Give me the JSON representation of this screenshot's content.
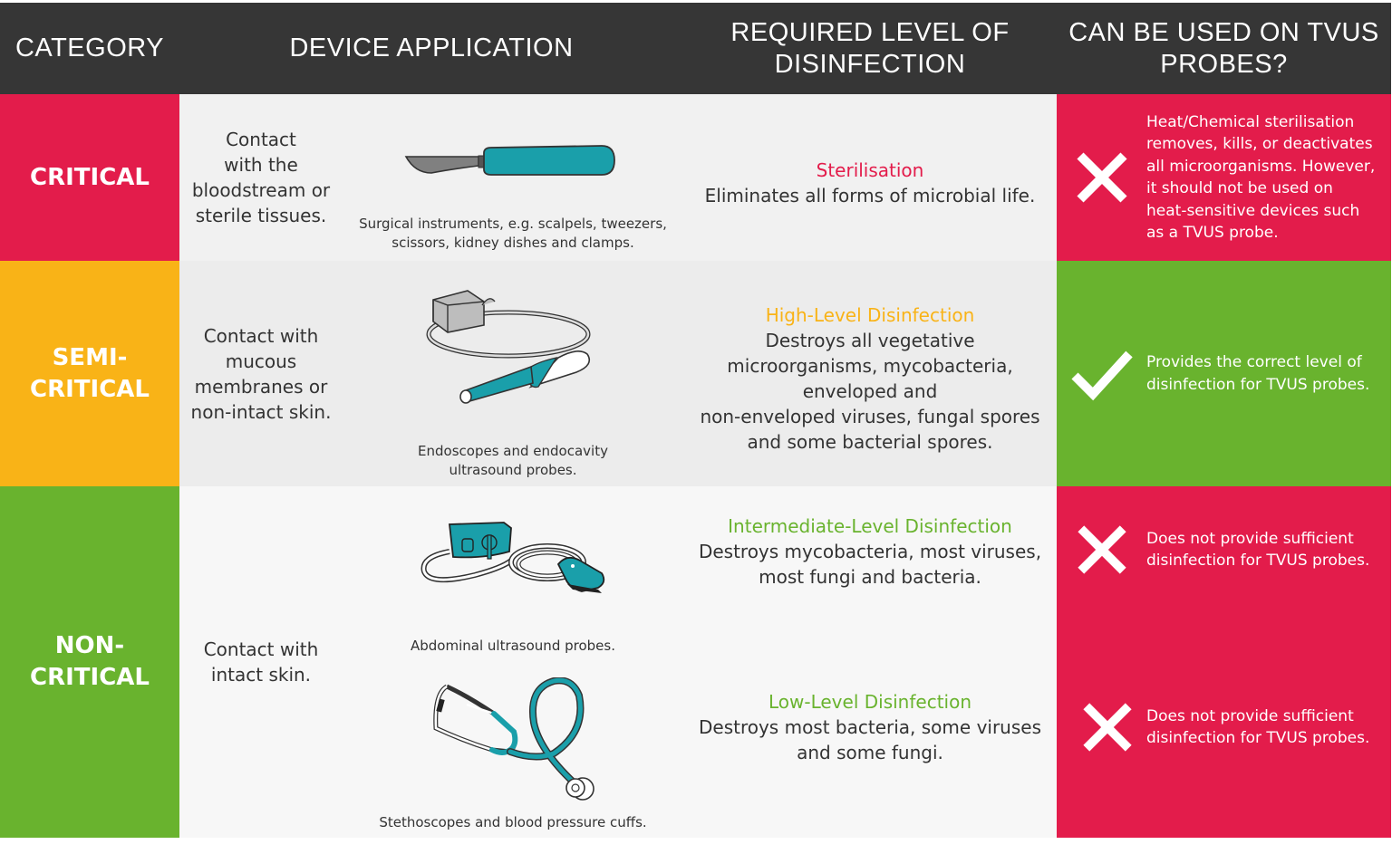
{
  "colors": {
    "header_bg": "#363636",
    "critical": "#e31c4b",
    "semi_critical": "#f9b317",
    "non_critical": "#69b32e",
    "device_teal": "#1a9faa",
    "text": "#333333"
  },
  "header": {
    "category": "CATEGORY",
    "device_application": "DEVICE APPLICATION",
    "required_level_line1": "REQUIRED LEVEL OF",
    "required_level_line2": "DISINFECTION",
    "tvus_line1": "CAN BE USED ON TVUS",
    "tvus_line2": "PROBES?"
  },
  "rows": {
    "critical": {
      "category": "CRITICAL",
      "contact": [
        "Contact",
        "with the",
        "bloodstream or",
        "sterile tissues."
      ],
      "device_icon": "scalpel-icon",
      "device_caption": [
        "Surgical instruments, e.g. scalpels, tweezers,",
        "scissors, kidney dishes and clamps."
      ],
      "level_title": "Sterilisation",
      "level_desc": [
        "Eliminates all forms of microbial life."
      ],
      "tvus_icon": "cross-icon",
      "tvus_text": [
        "Heat/Chemical sterilisation",
        "removes, kills, or deactivates",
        "all microorganisms. However,",
        "it should not be used on",
        "heat-sensitive devices such",
        "as a TVUS probe."
      ]
    },
    "semi_critical": {
      "category_line1": "SEMI-",
      "category_line2": "CRITICAL",
      "contact": [
        "Contact with",
        "mucous",
        "membranes or",
        "non-intact skin."
      ],
      "device_icon": "endocavity-probe-icon",
      "device_caption": [
        "Endoscopes and endocavity",
        "ultrasound probes."
      ],
      "level_title": "High-Level Disinfection",
      "level_desc": [
        "Destroys all vegetative",
        "microorganisms, mycobacteria,",
        "enveloped and",
        "non-enveloped viruses, fungal spores",
        "and some bacterial spores."
      ],
      "tvus_icon": "check-icon",
      "tvus_text": [
        "Provides the correct level of",
        "disinfection for TVUS probes."
      ]
    },
    "non_critical": {
      "category_line1": "NON-",
      "category_line2": "CRITICAL",
      "contact": [
        "Contact with",
        "intact skin."
      ],
      "devices": [
        {
          "icon": "abdominal-probe-icon",
          "caption": "Abdominal ultrasound probes."
        },
        {
          "icon": "stethoscope-icon",
          "caption": "Stethoscopes and blood pressure cuffs."
        }
      ],
      "levels": [
        {
          "title": "Intermediate-Level Disinfection",
          "desc": [
            "Destroys mycobacteria, most viruses,",
            "most fungi and bacteria."
          ],
          "tvus_icon": "cross-icon",
          "tvus_text": [
            "Does not provide sufficient",
            "disinfection for TVUS probes."
          ]
        },
        {
          "title": "Low-Level Disinfection",
          "desc": [
            "Destroys most bacteria, some viruses",
            "and some fungi."
          ],
          "tvus_icon": "cross-icon",
          "tvus_text": [
            "Does not provide sufficient",
            "disinfection for TVUS probes."
          ]
        }
      ]
    }
  }
}
